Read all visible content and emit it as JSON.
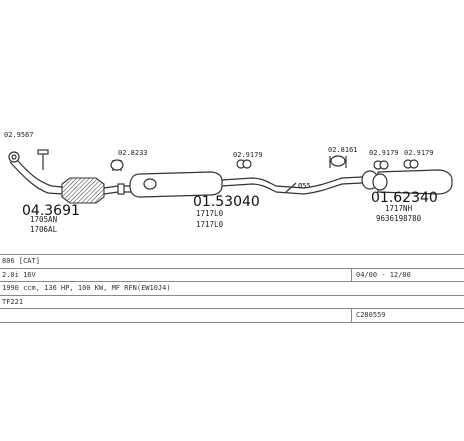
{
  "parts": {
    "front_clamp": "02.9567",
    "catalytic": {
      "code": "04.3691",
      "ref1": "1705AN",
      "ref2": "1706AL"
    },
    "clamp_1": "02.8233",
    "middle_silencer": {
      "code": "01.53040",
      "ref1": "1717L0",
      "ref2": "1717L0"
    },
    "mount_1": "02.9179",
    "pipe_diameter": "Ø55",
    "clamp_2": "02.8161",
    "mount_2": "02.9179",
    "mount_3": "02.9179",
    "rear_silencer": {
      "code": "01.62340",
      "ref1": "1717NH",
      "ref2": "9636198780"
    }
  },
  "vehicle": {
    "rows": [
      {
        "left": "806 [CAT]",
        "right": ""
      },
      {
        "left": "2.0i 16V",
        "right": "04/00 - 12/00"
      },
      {
        "left": "1990 ccm, 136 HP, 100 KW, MF RFN(EW10J4)",
        "right": ""
      },
      {
        "left": "TF221",
        "right": ""
      },
      {
        "left": "",
        "right": "C280559"
      }
    ]
  },
  "colors": {
    "line": "#333333",
    "grid": "#8a8a8a"
  }
}
